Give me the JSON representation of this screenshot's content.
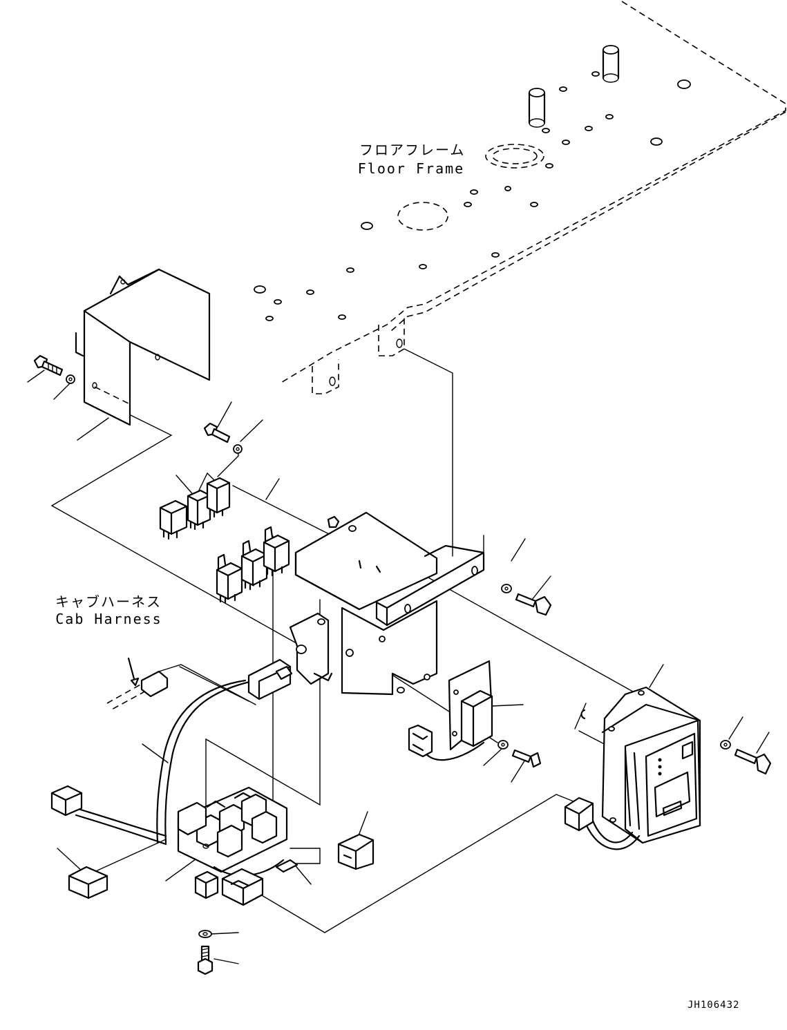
{
  "labels": {
    "floor_frame_jp": "フロアフレーム",
    "floor_frame_en": "Floor Frame",
    "cab_harness_jp": "キャブハーネス",
    "cab_harness_en": "Cab Harness"
  },
  "drawing_code": "JH106432"
}
